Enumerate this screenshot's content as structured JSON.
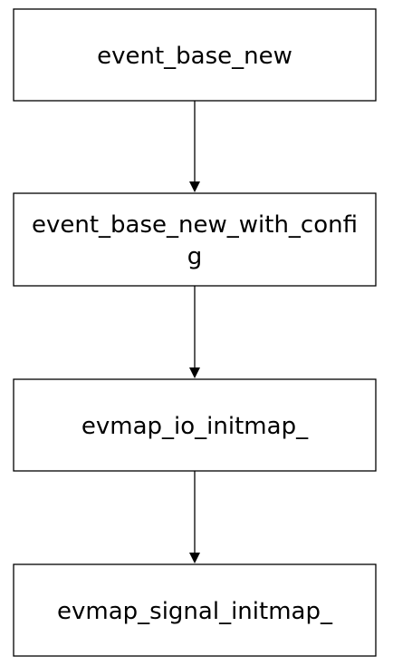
{
  "nodes": [
    {
      "id": "event-base-new",
      "lines": [
        "event_base_new"
      ]
    },
    {
      "id": "event-base-new-with-config",
      "lines": [
        "event_base_new_with_confi",
        "g"
      ]
    },
    {
      "id": "evmap-io-initmap",
      "lines": [
        "evmap_io_initmap_"
      ]
    },
    {
      "id": "evmap-signal-initmap",
      "lines": [
        "evmap_signal_initmap_"
      ]
    }
  ],
  "edges": [
    {
      "from": "event-base-new",
      "to": "event-base-new-with-config"
    },
    {
      "from": "event-base-new-with-config",
      "to": "evmap-io-initmap"
    },
    {
      "from": "evmap-io-initmap",
      "to": "evmap-signal-initmap"
    }
  ],
  "colors": {
    "stroke": "#000000",
    "fill": "#ffffff",
    "text": "#000000"
  }
}
